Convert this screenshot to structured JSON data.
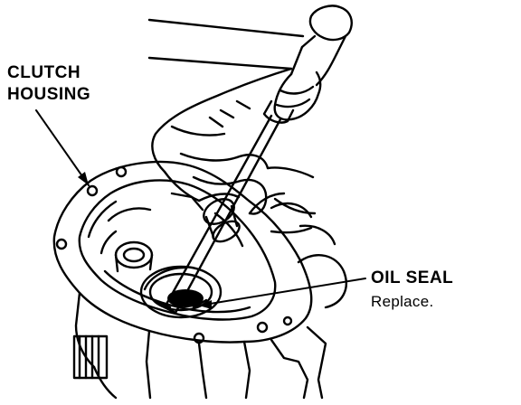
{
  "callouts": {
    "clutch_housing": {
      "line1": "CLUTCH",
      "line2": "HOUSING"
    },
    "oil_seal": {
      "label": "OIL SEAL",
      "note": "Replace."
    }
  },
  "colors": {
    "ink": "#000000",
    "paper": "#ffffff"
  },
  "icons": [
    "hammer-icon",
    "seal-driver-tool-icon",
    "hand-icon",
    "clutch-housing-icon",
    "oil-seal-icon"
  ]
}
